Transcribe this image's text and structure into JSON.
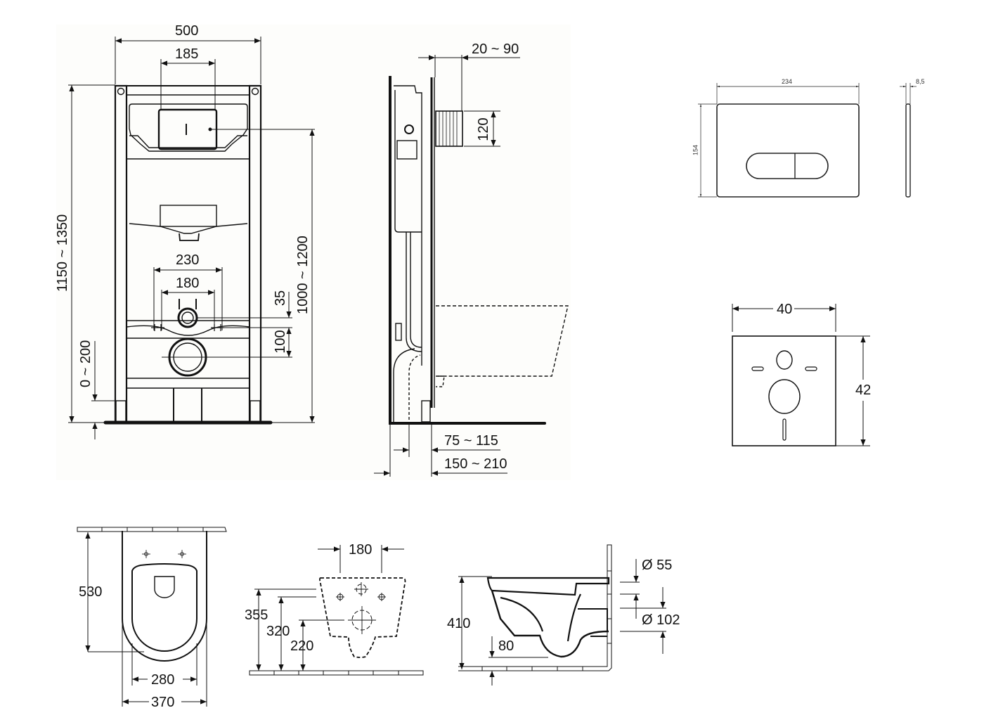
{
  "frame_front": {
    "width_label": "500",
    "button_opening_label": "185",
    "height_label": "1150 ~ 1350",
    "flush_height_label": "1000 ~ 1200",
    "bolt_outer_label": "230",
    "bolt_inner_label": "180",
    "inlet_offset_label": "35",
    "drain_offset_label": "100",
    "leg_adjust_label": "0 ~ 200"
  },
  "frame_side": {
    "depth_adjust_label": "20 ~ 90",
    "opening_height_label": "120",
    "drain_depth_label": "75 ~ 115",
    "frame_depth_label": "150 ~ 210"
  },
  "flush_plate": {
    "width_label": "234",
    "height_label": "154",
    "thickness_label": "8,5"
  },
  "sound_pad": {
    "width_label": "40",
    "height_label": "42"
  },
  "bowl_top": {
    "length_label": "530",
    "seat_width_label": "280",
    "bowl_width_label": "370"
  },
  "bowl_back": {
    "bolt_spacing_label": "180",
    "height_1_label": "355",
    "height_2_label": "320",
    "height_3_label": "220"
  },
  "bowl_side": {
    "height_label": "410",
    "inlet_label": "Ø 55",
    "outlet_label": "Ø 102",
    "water_level_label": "80"
  }
}
